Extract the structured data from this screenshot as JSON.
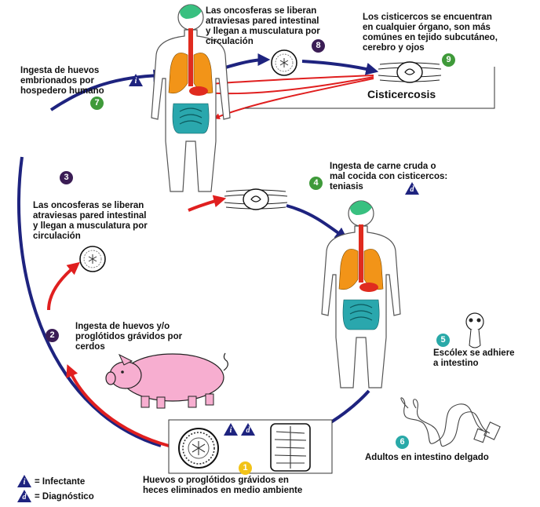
{
  "steps": [
    {
      "num": "1",
      "color": "#f2c318",
      "text": "Huevos o proglótidos grávidos en\nheces eliminados en medio ambiente"
    },
    {
      "num": "2",
      "color": "#3b1d55",
      "text": "Ingesta de huevos y/o\nproglótidos grávidos por\ncerdos"
    },
    {
      "num": "3",
      "color": "#3b1d55",
      "text": "Las oncosferas se liberan\natraviesas pared intestinal\ny llegan a musculatura por\ncirculación"
    },
    {
      "num": "4",
      "color": "#3f9a3a",
      "text": "Ingesta de carne cruda o\nmal cocida con cisticercos:\nteniasis"
    },
    {
      "num": "5",
      "color": "#29a9a8",
      "text": "Escólex se adhiere\na intestino"
    },
    {
      "num": "6",
      "color": "#29a9a8",
      "text": "Adultos en intestino delgado"
    },
    {
      "num": "7",
      "color": "#3f9a3a",
      "text": "Ingesta de huevos\nembrionados por\nhospedero humano"
    },
    {
      "num": "8",
      "color": "#3b1d55",
      "text": "Las oncosferas se liberan\natraviesas pared intestinal\ny llegan a musculatura por\ncirculación"
    },
    {
      "num": "9",
      "color": "#3f9a3a",
      "text": "Los cisticercos se encuentran\nen cualquier órgano, son más\ncomúnes en tejido subcutáneo,\ncerebro y ojos"
    }
  ],
  "cisticercosis_label": "Cisticercosis",
  "legend": {
    "infectante": {
      "symbol": "i",
      "label": "= Infectante"
    },
    "diagnostico": {
      "symbol": "d",
      "label": "= Diagnóstico"
    }
  },
  "colors": {
    "cycle_arrow": "#1e237f",
    "pig_arrow": "#e01f1f",
    "triangle": "#1e237f",
    "brain": "#39c080",
    "lungs": "#f29418",
    "intestine": "#2aa7ad",
    "pig": "#f7aed0"
  },
  "icons": [
    "egg-icon",
    "oncosphere-icon",
    "cysticercus-icon",
    "pig-icon",
    "human-figure-icon",
    "tapeworm-icon",
    "scolex-icon",
    "proglottid-icon"
  ]
}
